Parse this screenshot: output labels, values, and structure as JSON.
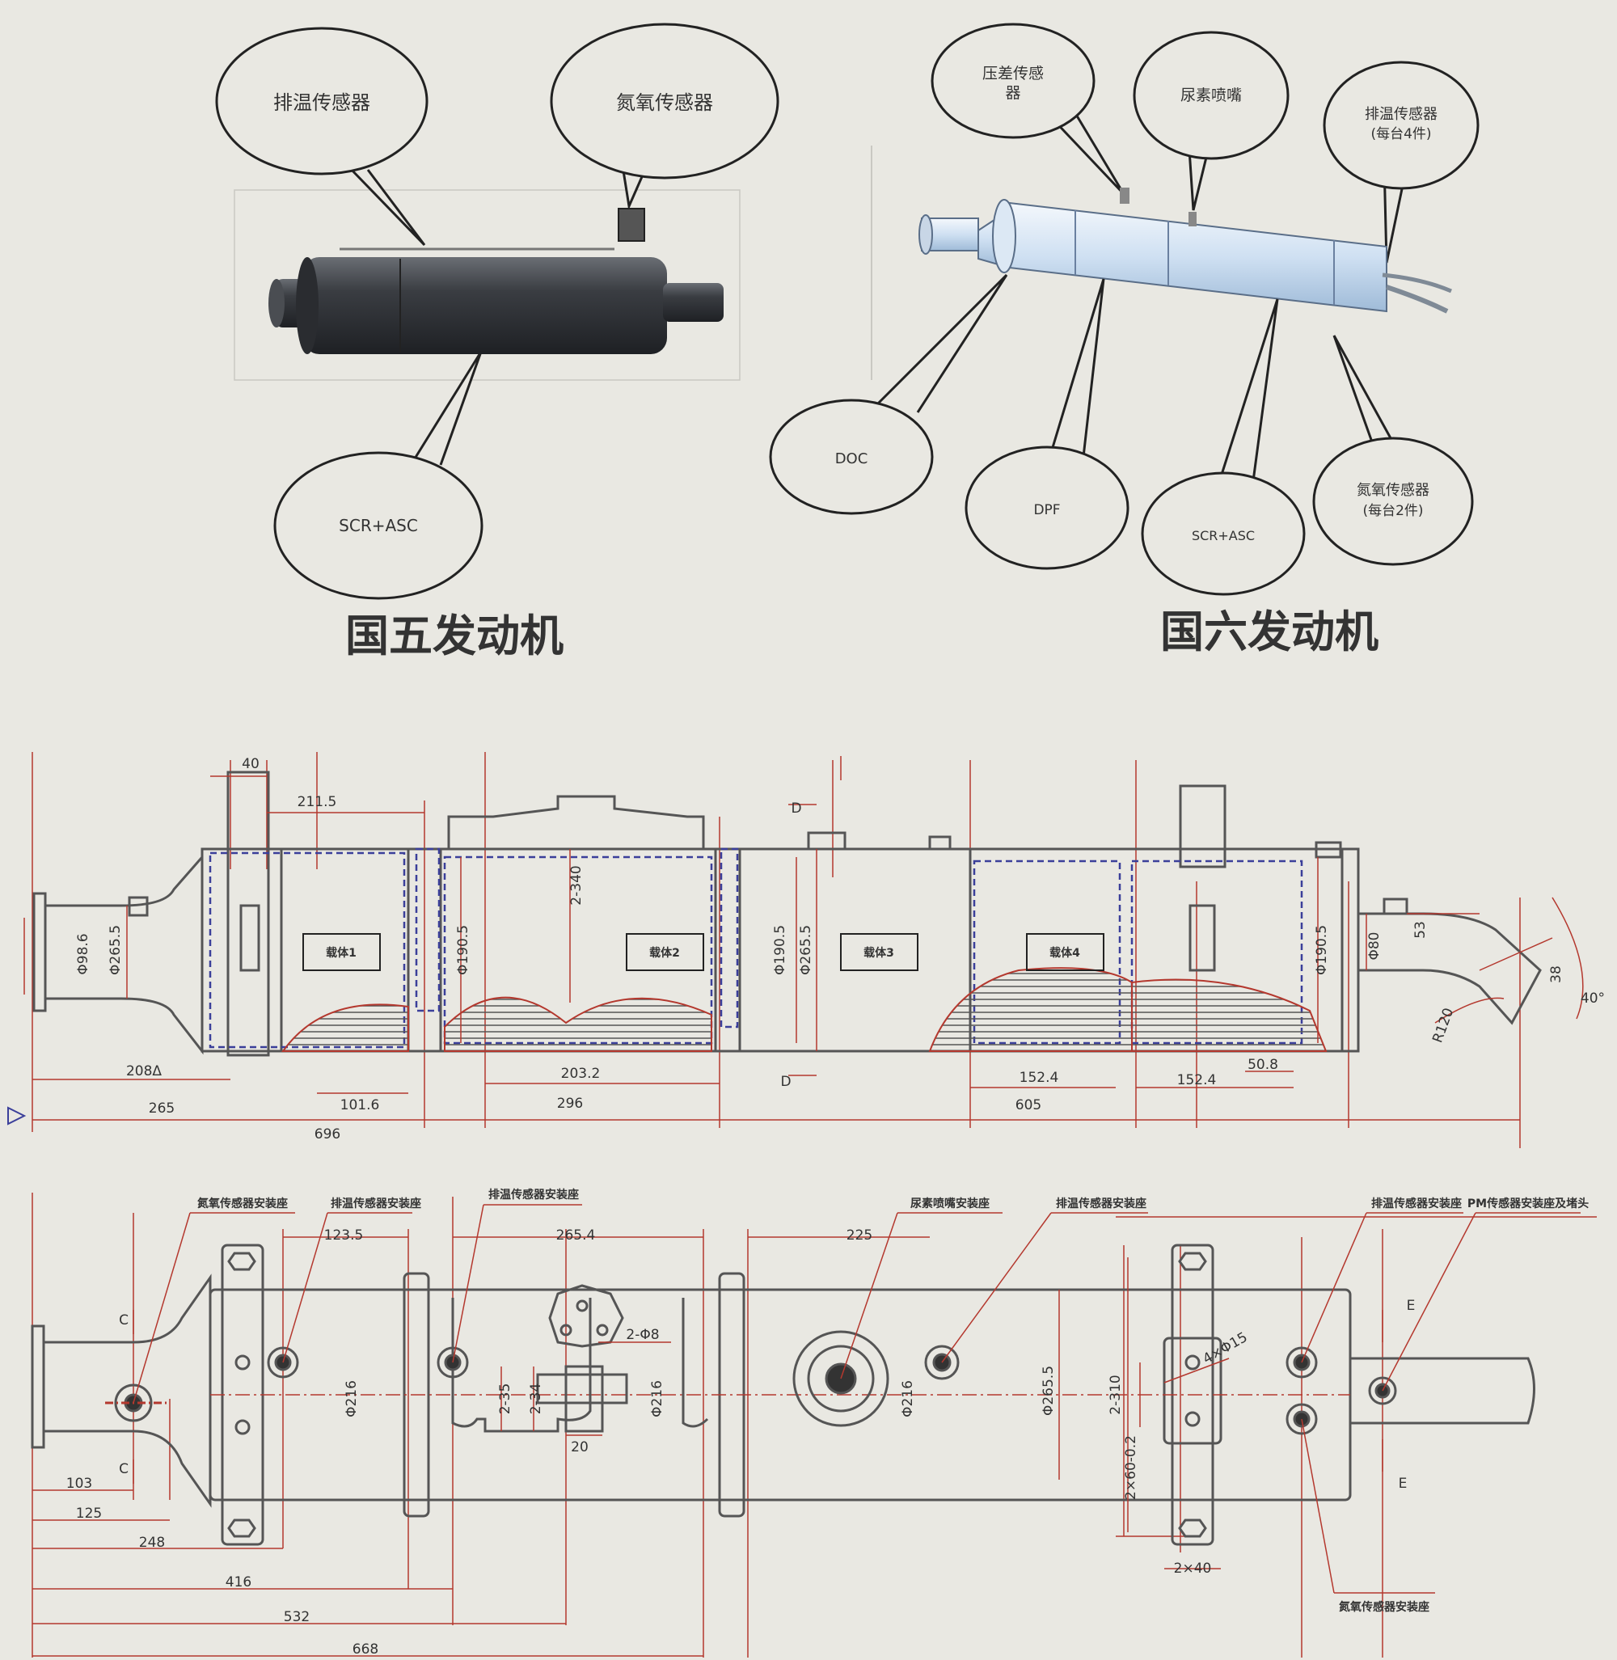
{
  "colors": {
    "paper": "#e9e8e2",
    "ink": "#333333",
    "dim_red": "#b4382e",
    "hidden_blue": "#3b3f9a",
    "euro5_body": "#3a3d42",
    "euro6_body": "#cfe0f2"
  },
  "euro5": {
    "title": "国五发动机",
    "callouts": {
      "exhaust_temp_sensor": "排温传感器",
      "nox_sensor": "氮氧传感器",
      "scr_asc": "SCR+ASC"
    }
  },
  "euro6": {
    "title": "国六发动机",
    "callouts": {
      "diff_pressure_sensor_line1": "压差传感",
      "diff_pressure_sensor_line2": "器",
      "urea_nozzle": "尿素喷嘴",
      "exhaust_temp_sensor_line1": "排温传感器",
      "exhaust_temp_sensor_line2": "(每台4件)",
      "doc": "DOC",
      "dpf": "DPF",
      "scr_asc": "SCR+ASC",
      "nox_sensor_line1": "氮氧传感器",
      "nox_sensor_line2": "(每台2件)"
    }
  },
  "drawing_side": {
    "section_mark_d": "D",
    "carrier_labels": [
      "载体1",
      "载体2",
      "载体3",
      "载体4"
    ],
    "dims": {
      "d40": "40",
      "d211_5": "211.5",
      "d2x340": "2-340",
      "phi98_6": "Φ98.6",
      "phi265_5_left": "Φ265.5",
      "phi190_5_a": "Φ190.5",
      "phi190_5_b": "Φ190.5",
      "phi265_5_mid": "Φ265.5",
      "phi190_5_c": "Φ190.5",
      "phi80": "Φ80",
      "d53": "53",
      "d38": "38",
      "angle40": "40°",
      "r120": "R120",
      "d208": "208Δ",
      "d101_6": "101.6",
      "d203_2": "203.2",
      "d152_4_a": "152.4",
      "d152_4_b": "152.4",
      "d50_8": "50.8",
      "d265": "265",
      "d296": "296",
      "d605": "605",
      "faint": "696"
    }
  },
  "drawing_top": {
    "notes": {
      "nox_seat_left": "氮氧传感器安装座",
      "temp_seat_1": "排温传感器安装座",
      "temp_seat_2": "排温传感器安装座",
      "urea_seat": "尿素喷嘴安装座",
      "temp_seat_3": "排温传感器安装座",
      "temp_seat_4": "排温传感器安装座",
      "pm_seat": "PM传感器安装座及堵头",
      "nox_seat_bottom": "氮氧传感器安装座"
    },
    "dims": {
      "d123_5": "123.5",
      "d265_4": "265.4",
      "d225": "225",
      "c_top": "C",
      "c_bottom": "C",
      "e_top": "E",
      "e_bottom": "E",
      "d2x35": "2-35",
      "d2x34": "2-34",
      "d2xphi8": "2-Φ8",
      "phi216_a": "Φ216",
      "phi216_b": "Φ216",
      "phi216_c": "Φ216",
      "phi265_5": "Φ265.5",
      "d2x310": "2-310",
      "d4xphi15": "4×Φ15",
      "d2x60": "2×60-0.2",
      "d2x40": "2×40",
      "d20": "20",
      "d103": "103",
      "d125": "125",
      "d248": "248",
      "d416": "416",
      "d532": "532",
      "d668": "668"
    }
  }
}
